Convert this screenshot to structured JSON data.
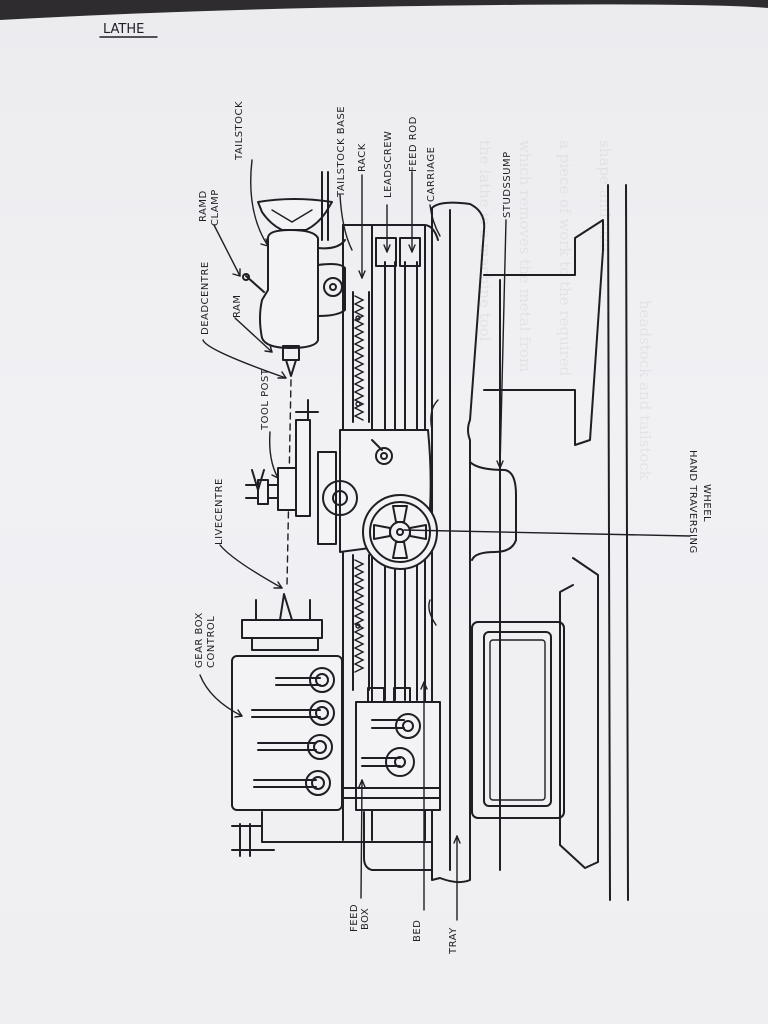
{
  "title": "LATHE",
  "labels": {
    "tailstock": "TAILSTOCK",
    "tailstock_base": "TAILSTOCK BASE",
    "rack": "RACK",
    "leadscrew": "LEADSCREW",
    "feed_rod": "FEED ROD",
    "carriage": "CARRIAGE",
    "studs_ump": "STUDSSUMP",
    "ramd_clamp_1": "RAMD",
    "ramd_clamp_2": "CLAMP",
    "dead_centre": "DEADCENTRE",
    "ram": "RAM",
    "tool_post": "TOOL POST",
    "live_centre": "LIVECENTRE",
    "gear_box_1": "GEAR BOX",
    "gear_box_2": "CONTROL",
    "hand_traversing_1": "HAND TRAVERSING",
    "hand_traversing_2": "WHEEL",
    "feed_box_1": "FEED",
    "feed_box_2": "BOX",
    "bed": "BED",
    "tray": "TRAY"
  },
  "colors": {
    "ink": "#1e1f24",
    "paper": "#efeff2",
    "background": "#2e2c2f"
  }
}
